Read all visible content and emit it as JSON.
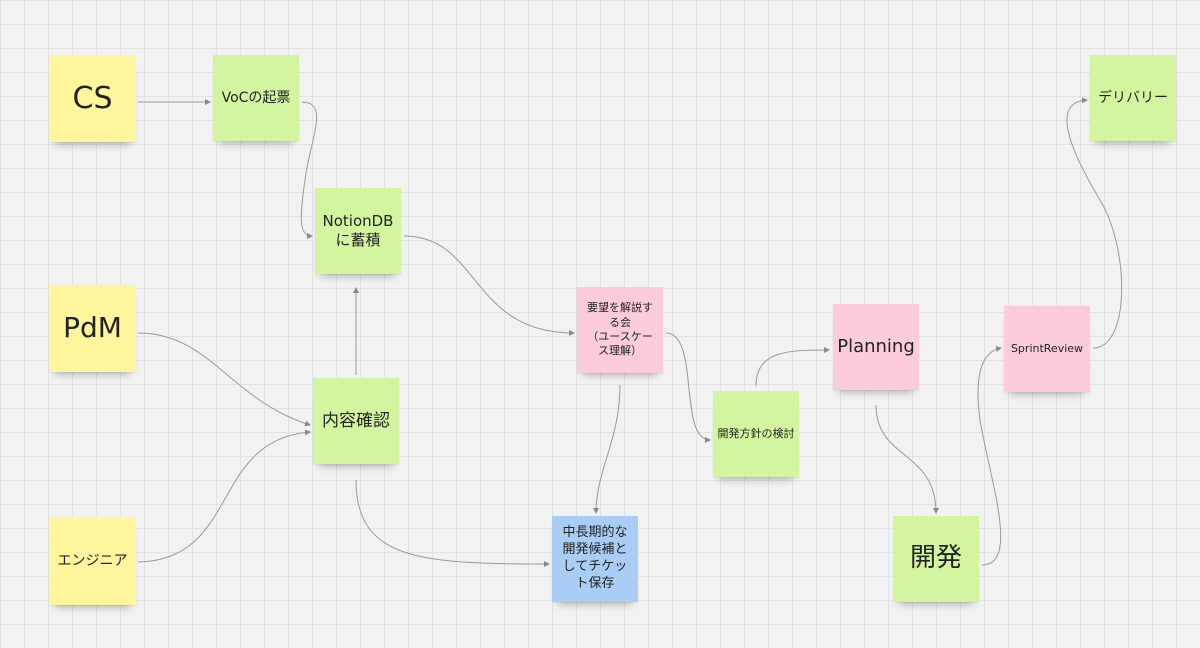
{
  "board": {
    "notes": {
      "cs": "CS",
      "voc": "VoCの起票",
      "notiondb": "NotionDB\nに蓄積",
      "pdm": "PdM",
      "naiyou": "内容確認",
      "engineer": "エンジニア",
      "youbou": "要望を解説す\nる会\n（ユースケー\nス理解）",
      "kaihatsu_houshin": "開発方針の検討",
      "chuuchouki": "中長期的な\n開発候補と\nしてチケッ\nト保存",
      "planning": "Planning",
      "kaihatsu": "開発",
      "sprintreview": "SprintReview",
      "delivery": "デリバリー"
    },
    "colors": {
      "yellow": "#fef59c",
      "green": "#d4f5a0",
      "pink": "#fcccdc",
      "blue": "#a9cdf5",
      "connector": "#9a9a9a"
    }
  }
}
